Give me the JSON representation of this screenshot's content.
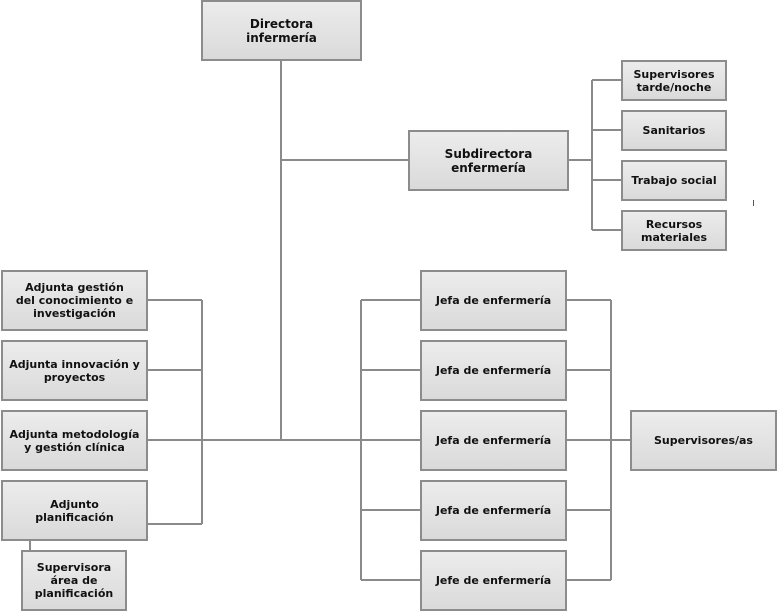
{
  "nodes": {
    "directora": "Directora\ninfermería",
    "subdirectora": "Subdirectora\nenfermería",
    "supervisores_tarde": "Supervisores\ntarde/noche",
    "sanitarios": "Sanitarios",
    "trabajo_social": "Trabajo social",
    "recursos": "Recursos\nmateriales",
    "adjunta_gestion": "Adjunta gestión\ndel conocimiento e\ninvestigación",
    "adjunta_innovacion": "Adjunta innovación y\nproyectos",
    "adjunta_metodologia": "Adjunta metodología\ny gestión clínica",
    "adjunto_planificacion": "Adjunto\nplanificación",
    "supervisora_planificacion": "Supervisora\nárea de\nplanificación",
    "jefa_1": "Jefa de enfermería",
    "jefa_2": "Jefa de enfermería",
    "jefa_3": "Jefa de enfermería",
    "jefa_4": "Jefa de enfermería",
    "jefe_5": "Jefe de enfermería",
    "supervisores_as": "Supervisores/as"
  }
}
